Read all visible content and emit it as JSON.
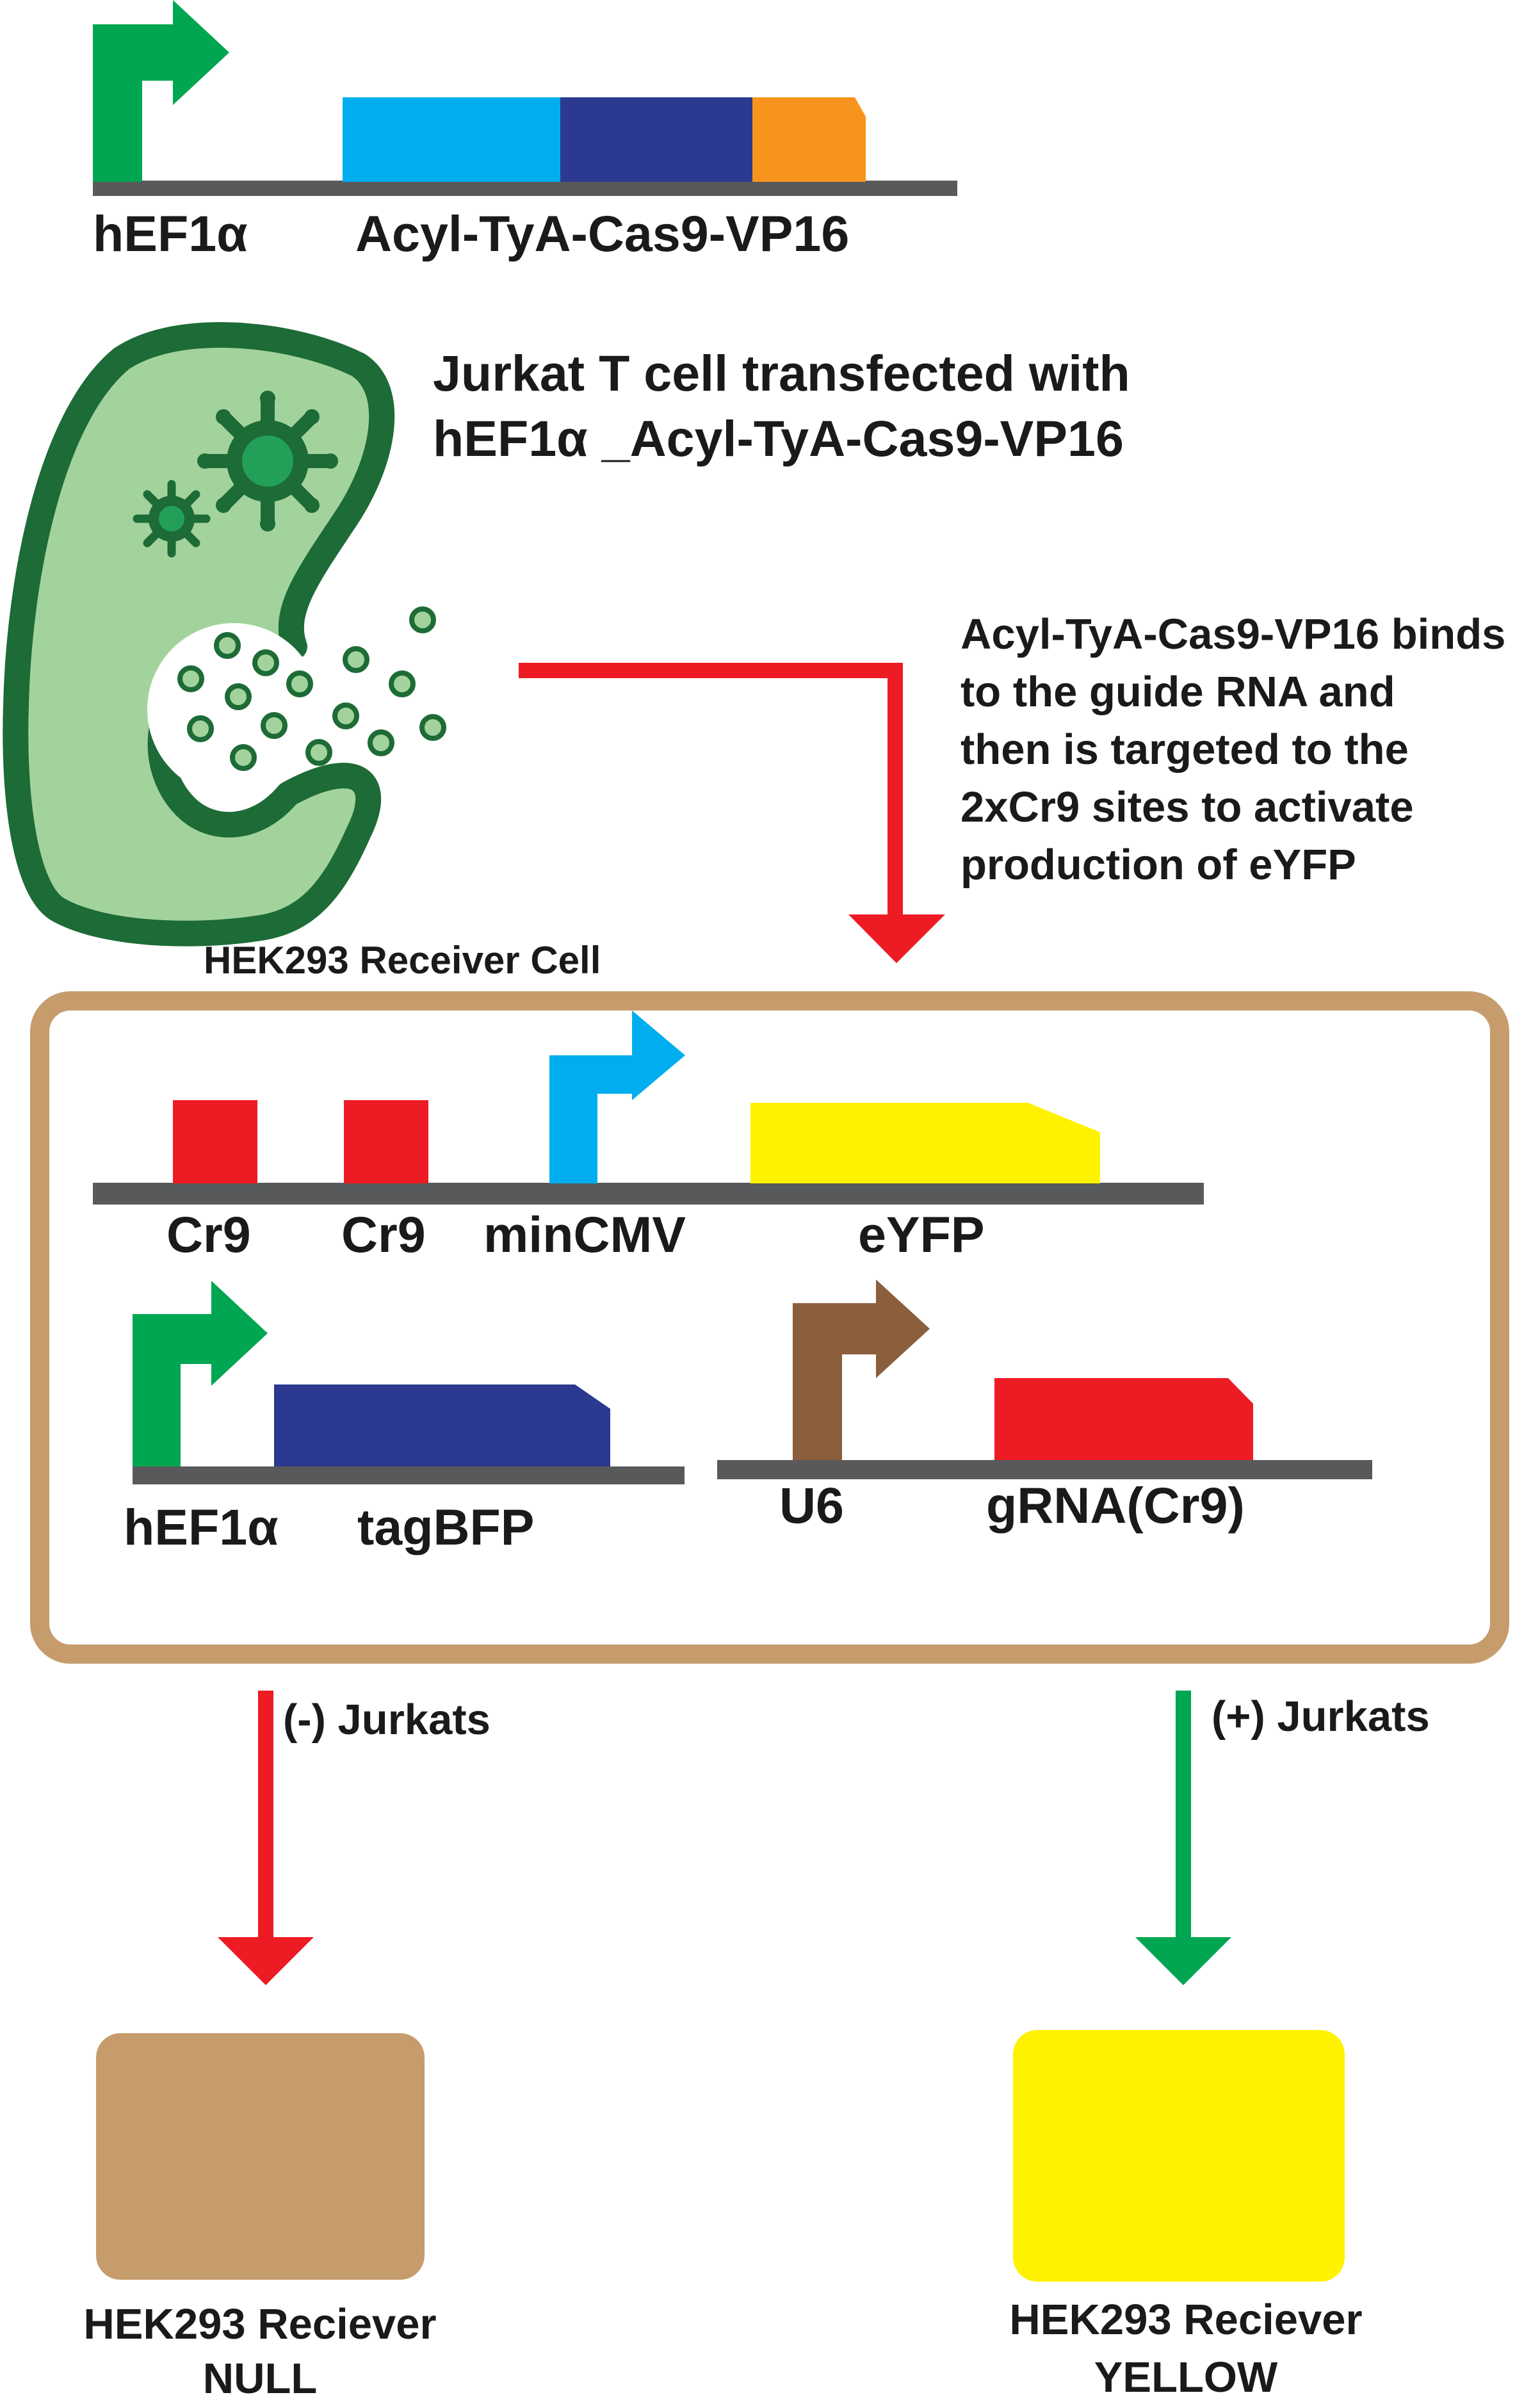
{
  "colors": {
    "green": "#00A651",
    "cyan": "#00AEEF",
    "navy": "#2B3990",
    "orange": "#F7941D",
    "red": "#ED1C24",
    "yellow": "#FFF200",
    "brown": "#8B5E3C",
    "tan": "#C69C6D",
    "dark_green": "#1D6B36",
    "light_green": "#A3D39C",
    "gray": "#58595B"
  },
  "top_construct": {
    "promoter_label": "hEF1α",
    "gene_label": "Acyl-TyA-Cas9-VP16"
  },
  "sender": {
    "caption_line1": "Jurkat T cell transfected with",
    "caption_line2": "hEF1α _Acyl-TyA-Cas9-VP16"
  },
  "annotation": {
    "lines": [
      "Acyl-TyA-Cas9-VP16 binds",
      "to the guide RNA and",
      "then is targeted to the",
      "2xCr9 sites to activate",
      "production of eYFP"
    ]
  },
  "receiver": {
    "title": "HEK293 Receiver Cell",
    "reporter": {
      "site1_label": "Cr9",
      "site2_label": "Cr9",
      "promoter_label": "minCMV",
      "gene_label": "eYFP"
    },
    "marker": {
      "promoter_label": "hEF1α",
      "gene_label": "tagBFP"
    },
    "guide": {
      "promoter_label": "U6",
      "gene_label": "gRNA(Cr9)"
    }
  },
  "outcomes": {
    "negative": {
      "arrow_label": "(-) Jurkats",
      "result_line1": "HEK293 Reciever",
      "result_line2": "NULL"
    },
    "positive": {
      "arrow_label": "(+) Jurkats",
      "result_line1": "HEK293 Reciever",
      "result_line2": "YELLOW"
    }
  }
}
